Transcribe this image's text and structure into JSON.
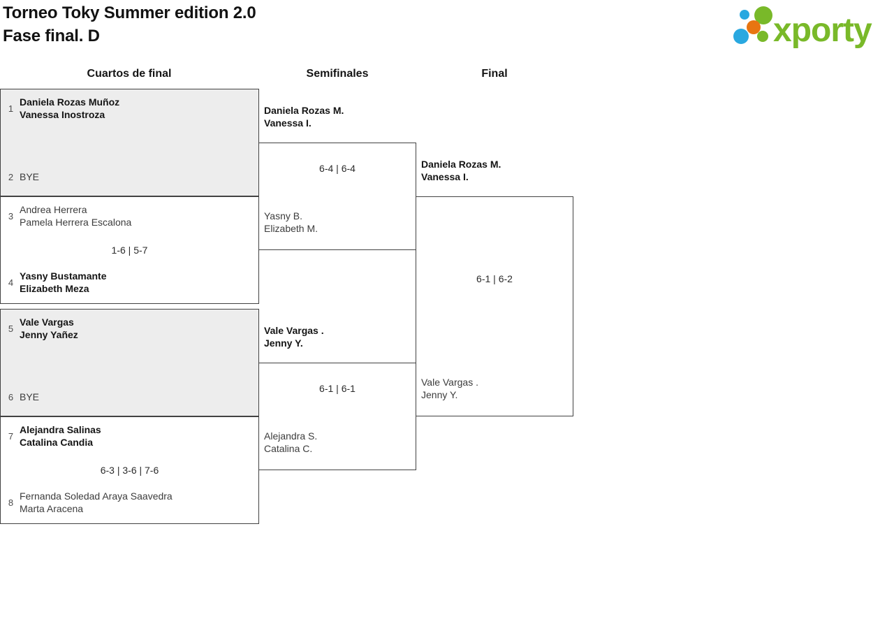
{
  "page": {
    "title_line1": "Torneo Toky Summer edition 2.0",
    "title_line2": "Fase final. D"
  },
  "logo": {
    "wordmark": "xporty",
    "colors": {
      "green": "#79b929",
      "blue": "#29a8e0",
      "orange": "#e87511"
    }
  },
  "round_headers": {
    "quarterfinals": "Cuartos de final",
    "semifinals": "Semifinales",
    "final": "Final"
  },
  "bracket": {
    "quarterfinals": [
      {
        "shaded": true,
        "top": {
          "seed": "1",
          "lines": [
            "Daniela Rozas Muñoz",
            "Vanessa Inostroza"
          ],
          "winner": true
        },
        "bottom": {
          "seed": "2",
          "lines": [
            "BYE"
          ],
          "winner": false
        },
        "score": ""
      },
      {
        "shaded": false,
        "top": {
          "seed": "3",
          "lines": [
            "Andrea Herrera",
            "Pamela Herrera Escalona"
          ],
          "winner": false
        },
        "bottom": {
          "seed": "4",
          "lines": [
            "Yasny Bustamante",
            "Elizabeth Meza"
          ],
          "winner": true
        },
        "score": "1-6 | 5-7"
      },
      {
        "shaded": true,
        "top": {
          "seed": "5",
          "lines": [
            "Vale Vargas",
            "Jenny Yañez"
          ],
          "winner": true
        },
        "bottom": {
          "seed": "6",
          "lines": [
            "BYE"
          ],
          "winner": false
        },
        "score": ""
      },
      {
        "shaded": false,
        "top": {
          "seed": "7",
          "lines": [
            "Alejandra Salinas",
            "Catalina Candia"
          ],
          "winner": true
        },
        "bottom": {
          "seed": "8",
          "lines": [
            "Fernanda Soledad Araya Saavedra",
            "Marta Aracena"
          ],
          "winner": false
        },
        "score": "6-3 | 3-6 | 7-6"
      }
    ],
    "semifinals": [
      {
        "top": {
          "lines": [
            "Daniela Rozas M.",
            "Vanessa I."
          ],
          "winner": true
        },
        "bottom": {
          "lines": [
            "Yasny B.",
            "Elizabeth M."
          ],
          "winner": false
        },
        "score": "6-4 | 6-4"
      },
      {
        "top": {
          "lines": [
            "Vale Vargas .",
            "Jenny Y."
          ],
          "winner": true
        },
        "bottom": {
          "lines": [
            "Alejandra S.",
            "Catalina C."
          ],
          "winner": false
        },
        "score": "6-1 | 6-1"
      }
    ],
    "final": {
      "top": {
        "lines": [
          "Daniela Rozas M.",
          "Vanessa I."
        ],
        "winner": true
      },
      "bottom": {
        "lines": [
          "Vale Vargas .",
          "Jenny Y."
        ],
        "winner": false
      },
      "score": "6-1 | 6-2"
    }
  }
}
